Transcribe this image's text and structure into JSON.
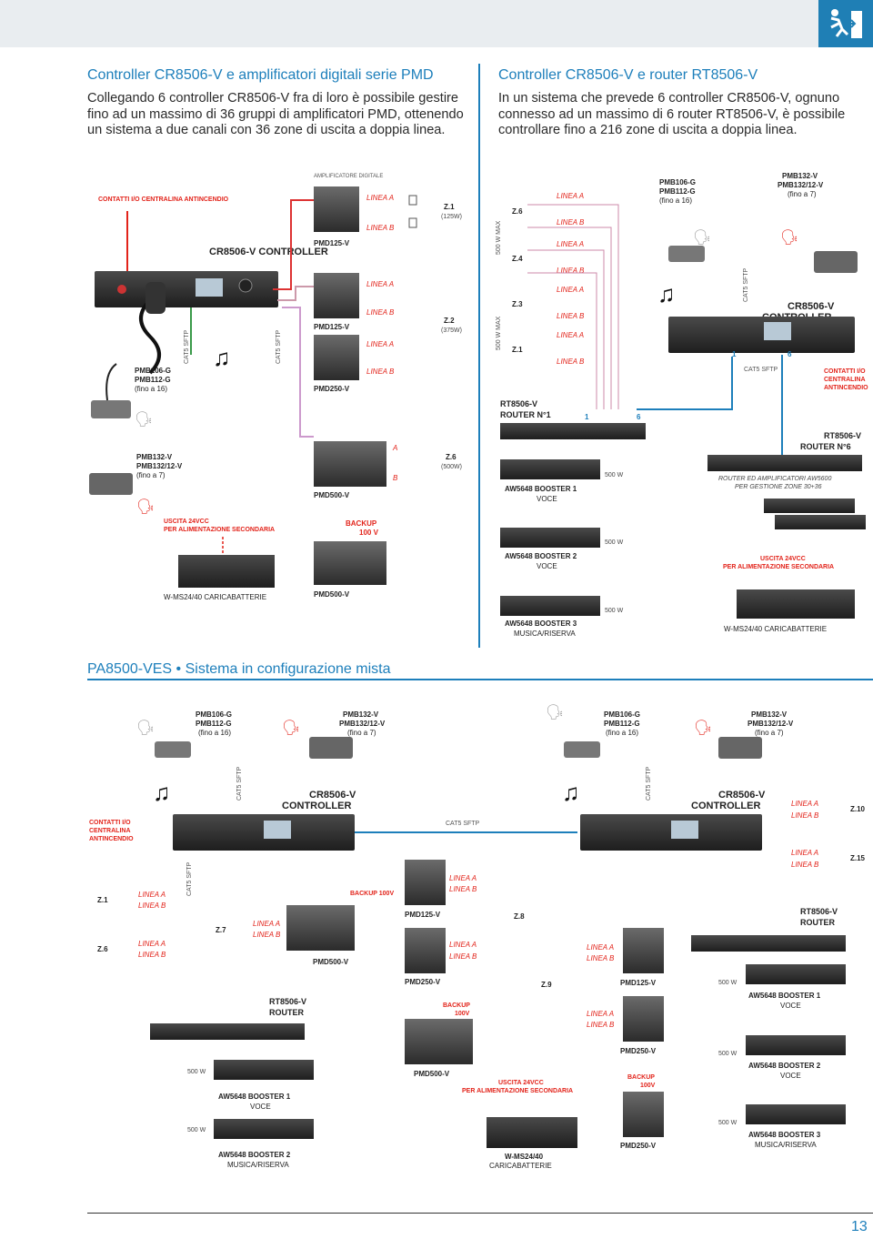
{
  "sections": {
    "pmd": {
      "title": "Controller CR8506-V e amplificatori digitali serie PMD",
      "text": "Collegando 6 controller CR8506-V fra di loro è possibile gestire fino ad un massimo di 36 gruppi di amplificatori PMD, ottenendo un sistema a due canali con 36 zone di uscita a doppia linea."
    },
    "router": {
      "title": "Controller CR8506-V e router RT8506-V",
      "text": "In un sistema che prevede 6 controller CR8506-V, ognuno connesso ad un massimo di 6 router RT8506-V, è possibile controllare fino a 216 zone di uscita a doppia linea."
    },
    "mixed": {
      "title": "PA8500-VES • Sistema in configurazione mista"
    }
  },
  "labels": {
    "amp_dig": "AMPLIFICATORE DIGITALE",
    "linea_a": "LINEA A",
    "linea_b": "LINEA B",
    "a": "A",
    "b": "B",
    "z1": "Z.1",
    "z1w": "(125W)",
    "z2": "Z.2",
    "z2w": "(375W)",
    "z6": "Z.6",
    "z6w": "(500W)",
    "z3": "Z.3",
    "z4": "Z.4",
    "z7": "Z.7",
    "z8": "Z.8",
    "z9": "Z.9",
    "z10": "Z.10",
    "z15": "Z.15",
    "contatti": "CONTATTI I/O CENTRALINA ANTINCENDIO",
    "controller": "CR8506-V CONTROLLER",
    "pmd125": "PMD125-V",
    "pmd250": "PMD250-V",
    "pmd500": "PMD500-V",
    "pmb106": "PMB106-G PMB112-G (fino a 16)",
    "pmb132": "PMB132-V PMB132/12-V (fino a 7)",
    "cat5": "CAT5 SFTP",
    "uscita": "USCITA 24VCC PER ALIMENTAZIONE SECONDARIA",
    "backup": "BACKUP 100 V",
    "backup2": "BACKUP 100V",
    "wms": "W-MS24/40 CARICABATTERIE",
    "rt1": "RT8506-V ROUTER N°1",
    "rt6": "RT8506-V ROUTER N°6",
    "rt": "RT8506-V ROUTER",
    "ab1": "AW5648 BOOSTER 1 VOCE",
    "ab2": "AW5648 BOOSTER 2 VOCE",
    "ab2m": "AW5648 BOOSTER 2 MUSICA/RISERVA",
    "ab3": "AW5648 BOOSTER 3 MUSICA/RISERVA",
    "w500": "500 W",
    "w500max": "500 W MAX",
    "router_amp": "ROUTER ED AMPLIFICATORI AW5600 PER GESTIONE ZONE 30+36",
    "n1": "1",
    "n6": "6"
  },
  "page_number": "13",
  "colors": {
    "accent": "#1d7fbb",
    "red": "#e2231a",
    "green": "#3a9a4a"
  }
}
